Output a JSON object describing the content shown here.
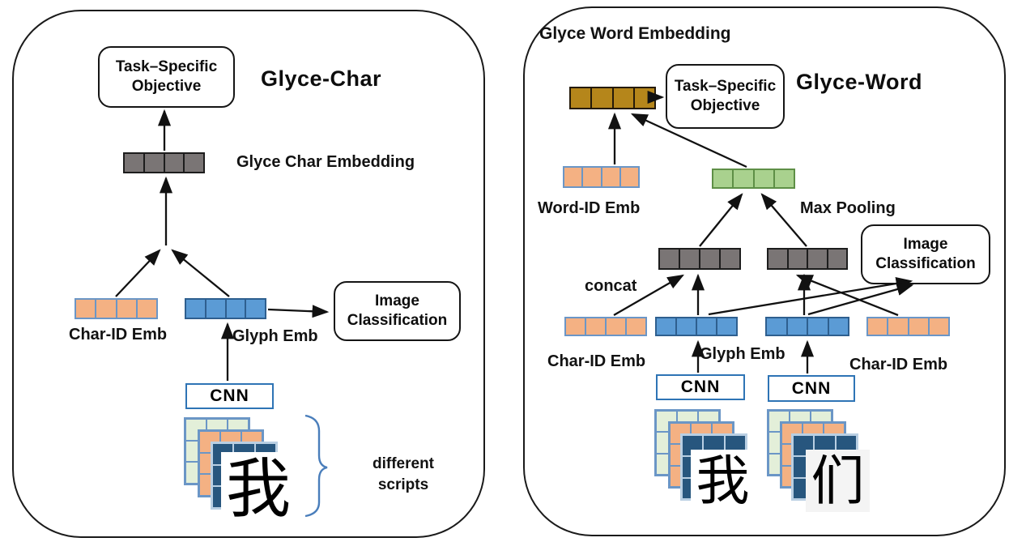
{
  "colors": {
    "orange_fill": "#F4B183",
    "orange_border": "#6B96C6",
    "blue_fill": "#5B9BD5",
    "blue_border": "#2E5F8F",
    "gray_fill": "#7A7575",
    "gray_border": "#1D1D1D",
    "gold_fill": "#B5861B",
    "gold_border": "#241A0A",
    "green_fill": "#A9D18E",
    "green_border": "#5E8F46",
    "navy_fill": "#27567E",
    "pale_green_fill": "#E3EFD9",
    "grid_line": "#6B96C6",
    "brace": "#4A7EBB",
    "arrow": "#111111",
    "panel_border": "#1A1A1A",
    "cnn_border": "#2E74B5"
  },
  "left": {
    "title": "Glyce-Char",
    "task_box": "Task–Specific Objective",
    "char_embedding_label": "Glyce Char Embedding",
    "char_id_label": "Char-ID Emb",
    "glyph_label": "Glyph Emb",
    "image_cls": "Image Classification",
    "cnn": "CNN",
    "scripts_note": "different scripts",
    "glyph_char": "我"
  },
  "right": {
    "header": "Glyce Word Embedding",
    "title": "Glyce-Word",
    "task_box": "Task–Specific Objective",
    "word_id_label": "Word-ID Emb",
    "max_pooling_label": "Max Pooling",
    "concat_label": "concat",
    "image_cls": "Image Classification",
    "char_id_left": "Char-ID Emb",
    "glyph_label": "Glyph Emb",
    "char_id_right": "Char-ID Emb",
    "cnn1": "CNN",
    "cnn2": "CNN",
    "glyph_char_1": "我",
    "glyph_char_2": "们"
  }
}
